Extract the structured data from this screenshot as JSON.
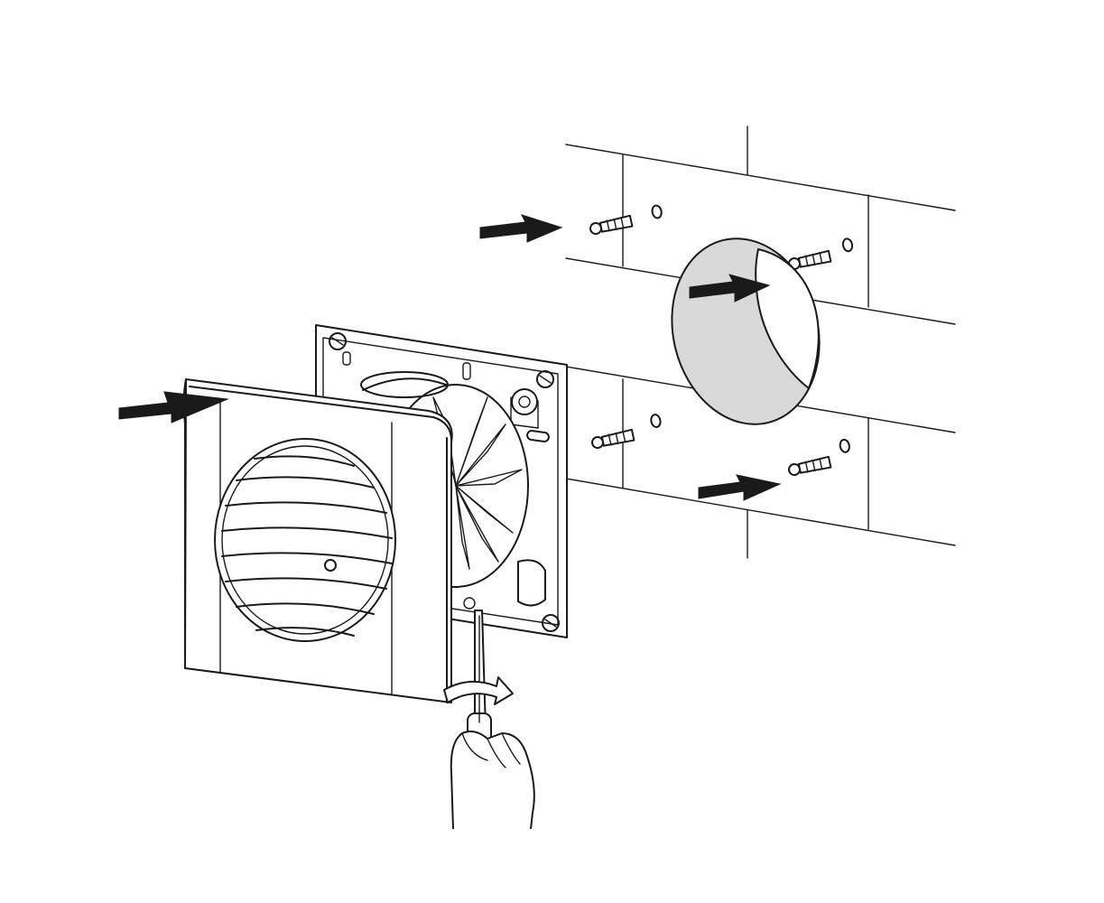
{
  "diagram": {
    "kind": "exploded-assembly-illustration",
    "parts": [
      "wall",
      "wall-plug",
      "duct-pipe",
      "mounting-plate",
      "fan-impeller",
      "front-cover",
      "grille",
      "screwdriver",
      "hand"
    ],
    "arrows": [
      {
        "name": "arrow-plug-upper-left",
        "direction": "right"
      },
      {
        "name": "arrow-into-pipe",
        "direction": "right"
      },
      {
        "name": "arrow-plug-lower-right",
        "direction": "right"
      },
      {
        "name": "arrow-cover-push",
        "direction": "right"
      },
      {
        "name": "rotation-arrow",
        "direction": "clockwise"
      }
    ],
    "colors": {
      "line": "#1a1a1a",
      "pipe_interior": "#d9d9d9",
      "background": "#ffffff"
    }
  }
}
